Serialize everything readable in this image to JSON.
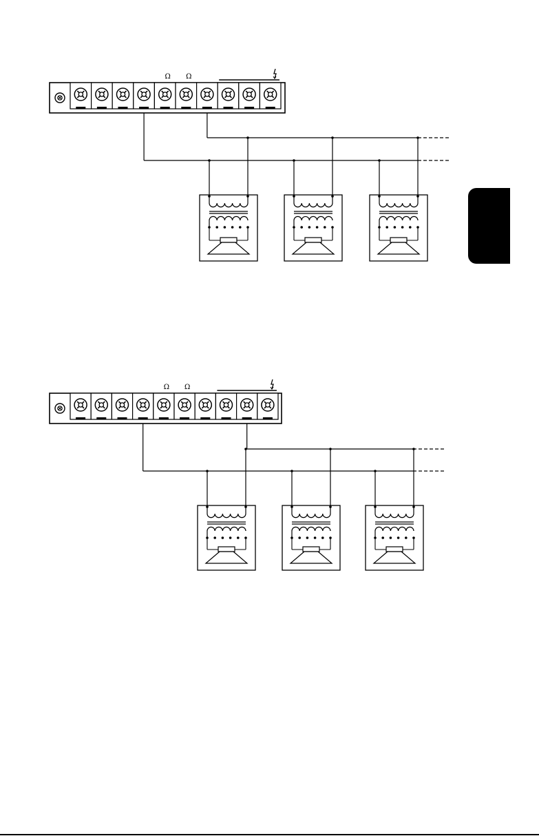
{
  "page": {
    "background": "#ffffff",
    "ink": "#000000"
  },
  "side_tab": {
    "color": "#000000"
  },
  "diagrams": [
    {
      "id": "diagram-1",
      "terminal_block": {
        "terminal_count": 10,
        "omega_labels": [
          "Ω",
          "Ω"
        ],
        "lightning_icon": "lightning-icon",
        "dashed_line_count": 2
      },
      "speakers": {
        "count": 3,
        "icon": "speaker-icon",
        "transformer_icon": "transformer-icon"
      }
    },
    {
      "id": "diagram-2",
      "terminal_block": {
        "terminal_count": 10,
        "omega_labels": [
          "Ω",
          "Ω"
        ],
        "lightning_icon": "lightning-icon",
        "dashed_line_count": 2
      },
      "speakers": {
        "count": 3,
        "icon": "speaker-icon",
        "transformer_icon": "transformer-icon"
      }
    }
  ]
}
